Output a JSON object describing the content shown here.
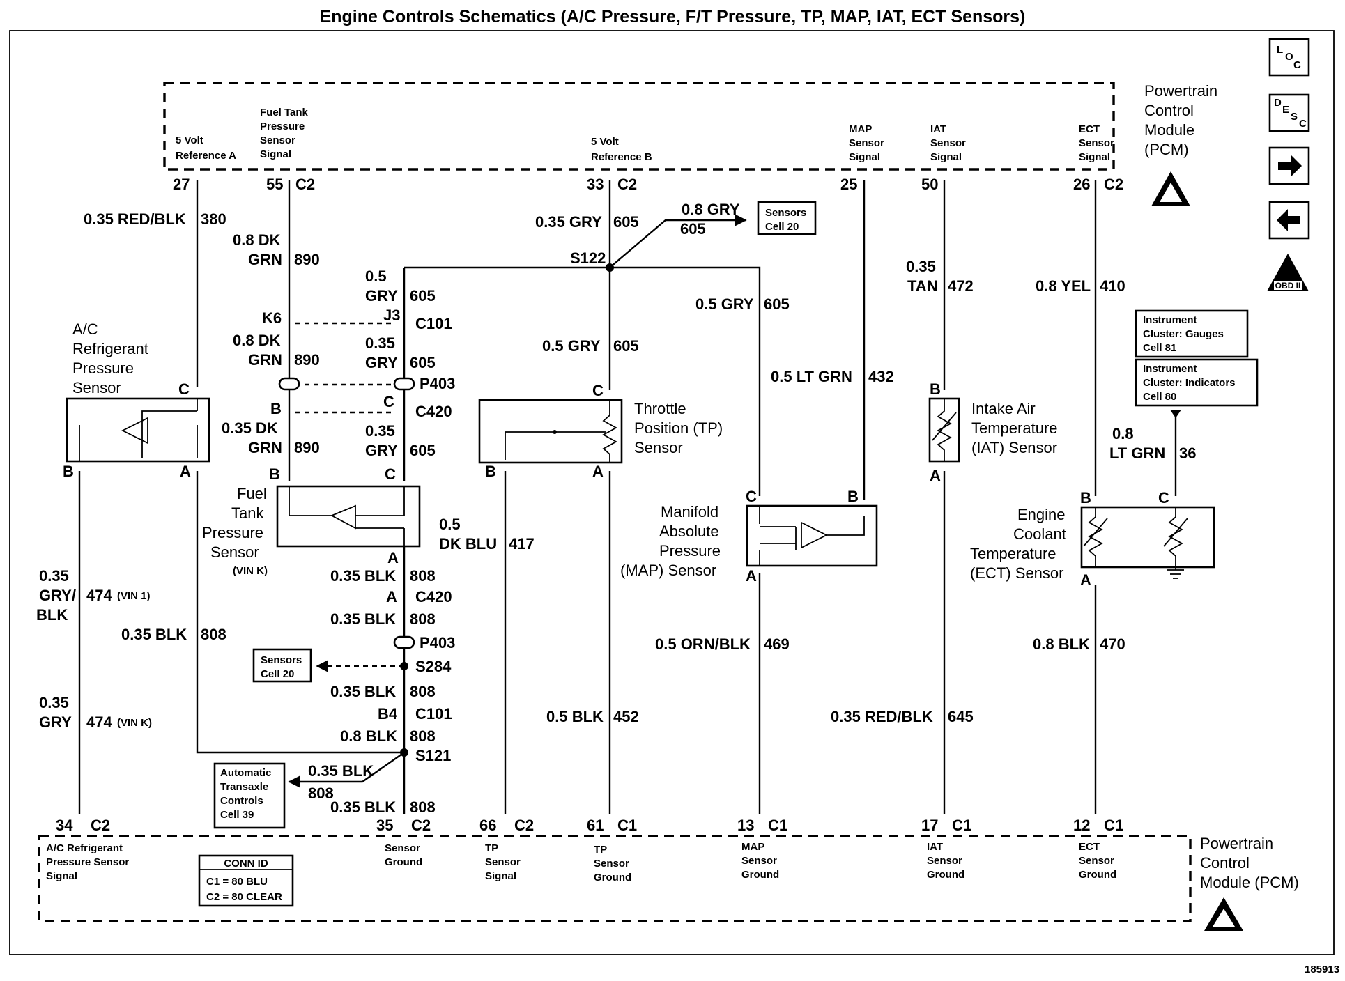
{
  "title": "Engine Controls Schematics (A/C Pressure, F/T Pressure, TP, MAP, IAT, ECT Sensors)",
  "figure_number": "185913",
  "pcm_top": {
    "label_lines": [
      "Powertrain",
      "Control",
      "Module",
      "(PCM)"
    ],
    "circuits": [
      {
        "lines": [
          "5 Volt",
          "Reference A"
        ],
        "pin": "27",
        "conn": ""
      },
      {
        "lines": [
          "Fuel Tank",
          "Pressure",
          "Sensor",
          "Signal"
        ],
        "pin": "55",
        "conn": "C2"
      },
      {
        "lines": [
          "5 Volt",
          "Reference B"
        ],
        "pin": "33",
        "conn": "C2"
      },
      {
        "lines": [
          "MAP",
          "Sensor",
          "Signal"
        ],
        "pin": "25",
        "conn": ""
      },
      {
        "lines": [
          "IAT",
          "Sensor",
          "Signal"
        ],
        "pin": "50",
        "conn": ""
      },
      {
        "lines": [
          "ECT",
          "Sensor",
          "Signal"
        ],
        "pin": "26",
        "conn": "C2"
      }
    ]
  },
  "pcm_bottom": {
    "label_lines": [
      "Powertrain",
      "Control",
      "Module (PCM)"
    ],
    "circuits": [
      {
        "lines": [
          "A/C Refrigerant",
          "Pressure Sensor",
          "Signal"
        ],
        "pin": "34",
        "conn": "C2"
      },
      {
        "lines": [
          "Sensor",
          "Ground"
        ],
        "pin": "35",
        "conn": "C2"
      },
      {
        "lines": [
          "TP",
          "Sensor",
          "Signal"
        ],
        "pin": "66",
        "conn": "C2"
      },
      {
        "lines": [
          "TP",
          "Sensor",
          "Ground"
        ],
        "pin": "61",
        "conn": "C1"
      },
      {
        "lines": [
          "MAP",
          "Sensor",
          "Ground"
        ],
        "pin": "13",
        "conn": "C1"
      },
      {
        "lines": [
          "IAT",
          "Sensor",
          "Ground"
        ],
        "pin": "17",
        "conn": "C1"
      },
      {
        "lines": [
          "ECT",
          "Sensor",
          "Ground"
        ],
        "pin": "12",
        "conn": "C1"
      }
    ],
    "conn_id": {
      "title": "CONN ID",
      "lines": [
        "C1 = 80 BLU",
        "C2 = 80 CLEAR"
      ]
    }
  },
  "nav_icons": {
    "loc": [
      "L",
      "O",
      "C"
    ],
    "desc": [
      "D",
      "E",
      "S",
      "C"
    ],
    "obd": "OBD II"
  },
  "components": {
    "ac_sensor": {
      "lines": [
        "A/C",
        "Refrigerant",
        "Pressure",
        "Sensor"
      ],
      "pins": [
        "C",
        "B",
        "A"
      ]
    },
    "ft_sensor": {
      "lines": [
        "Fuel",
        "Tank",
        "Pressure",
        "Sensor"
      ],
      "note": "(VIN K)",
      "pins": [
        "B",
        "C",
        "A"
      ]
    },
    "tp_sensor": {
      "lines": [
        "Throttle",
        "Position (TP)",
        "Sensor"
      ],
      "pins": [
        "C",
        "B",
        "A"
      ]
    },
    "map_sensor": {
      "lines": [
        "Manifold",
        "Absolute",
        "Pressure",
        "(MAP) Sensor"
      ],
      "pins": [
        "C",
        "B",
        "A"
      ]
    },
    "iat_sensor": {
      "lines": [
        "Intake Air",
        "Temperature",
        "(IAT) Sensor"
      ],
      "pins": [
        "B",
        "A"
      ]
    },
    "ect_sensor": {
      "lines": [
        "Engine",
        "Coolant",
        "Temperature",
        "(ECT) Sensor"
      ],
      "pins": [
        "B",
        "C",
        "A"
      ]
    }
  },
  "refs": {
    "sensors_cell20_top": [
      "Sensors",
      "Cell 20"
    ],
    "sensors_cell20_mid": [
      "Sensors",
      "Cell 20"
    ],
    "transaxle": [
      "Automatic",
      "Transaxle",
      "Controls",
      "Cell 39"
    ],
    "cluster_gauges": [
      "Instrument",
      "Cluster:  Gauges",
      "Cell 81"
    ],
    "cluster_indicators": [
      "Instrument",
      "Cluster:  Indicators",
      "Cell 80"
    ]
  },
  "wires": {
    "w380": {
      "size": "0.35 RED/BLK",
      "circuit": "380"
    },
    "w890a": {
      "lines": [
        "0.8 DK",
        "GRN"
      ],
      "circuit": "890"
    },
    "w890b": {
      "lines": [
        "0.8 DK",
        "GRN"
      ],
      "circuit": "890"
    },
    "w890c": {
      "lines": [
        "0.35 DK",
        "GRN"
      ],
      "circuit": "890"
    },
    "w605a": {
      "size": "0.35 GRY",
      "circuit": "605"
    },
    "w605b": {
      "size": "0.8 GRY",
      "circuit": "605"
    },
    "w605c": {
      "lines": [
        "0.5",
        "GRY"
      ],
      "circuit": "605"
    },
    "w605d": {
      "lines": [
        "0.35",
        "GRY"
      ],
      "circuit": "605"
    },
    "w605e": {
      "lines": [
        "0.35",
        "GRY"
      ],
      "circuit": "605"
    },
    "w605f": {
      "size": "0.5 GRY",
      "circuit": "605"
    },
    "w605g": {
      "size": "0.5 GRY",
      "circuit": "605"
    },
    "w432": {
      "size": "0.5 LT GRN",
      "circuit": "432"
    },
    "w472": {
      "lines": [
        "0.35",
        "TAN"
      ],
      "circuit": "472"
    },
    "w410": {
      "size": "0.8 YEL",
      "circuit": "410"
    },
    "w36": {
      "lines": [
        "0.8",
        "LT GRN"
      ],
      "circuit": "36"
    },
    "w417": {
      "lines": [
        "0.5",
        "DK BLU"
      ],
      "circuit": "417"
    },
    "w474a": {
      "lines": [
        "0.35",
        "GRY/",
        "BLK"
      ],
      "circuit": "474",
      "note": "(VIN 1)"
    },
    "w474b": {
      "lines": [
        "0.35",
        "GRY"
      ],
      "circuit": "474",
      "note": "(VIN K)"
    },
    "w808a": {
      "size": "0.35 BLK",
      "circuit": "808"
    },
    "w808b": {
      "size": "0.35 BLK",
      "circuit": "808"
    },
    "w808c": {
      "size": "0.35 BLK",
      "circuit": "808"
    },
    "w808d": {
      "size": "0.35 BLK",
      "circuit": "808"
    },
    "w808e": {
      "size": "0.8 BLK",
      "circuit": "808"
    },
    "w808f": {
      "size": "0.35 BLK",
      "circuit": "808"
    },
    "w808g": {
      "size": "0.35 BLK",
      "circuit": "808"
    },
    "w469": {
      "size": "0.5 ORN/BLK",
      "circuit": "469"
    },
    "w452": {
      "size": "0.5 BLK",
      "circuit": "452"
    },
    "w645": {
      "size": "0.35 RED/BLK",
      "circuit": "645"
    },
    "w470": {
      "size": "0.8 BLK",
      "circuit": "470"
    }
  },
  "connectors": {
    "k6": "K6",
    "j3": "J3",
    "c101a": "C101",
    "p403a": "P403",
    "c420a": "C420",
    "b_c420": "B",
    "c_c420": "C",
    "a_c420": "A",
    "c420b": "C420",
    "p403b": "P403",
    "s284": "S284",
    "b4": "B4",
    "c101b": "C101",
    "s121": "S121",
    "s122": "S122"
  }
}
